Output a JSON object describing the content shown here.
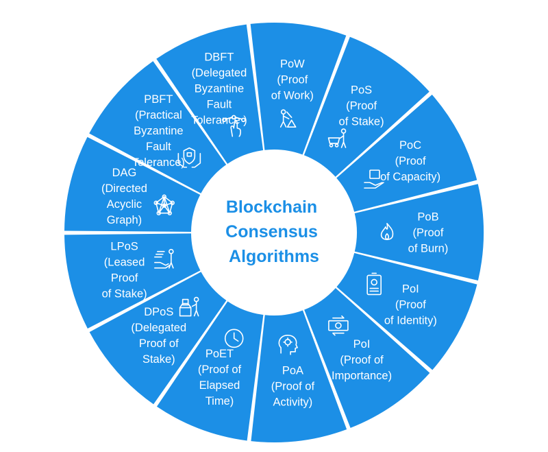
{
  "center": {
    "lines": [
      "Blockchain",
      "Consensus",
      "Algorithms"
    ]
  },
  "colors": {
    "segment": "#1c8fe6",
    "center_text": "#1b8fe6",
    "background": "#ffffff",
    "text": "#ffffff"
  },
  "segments": [
    {
      "id": "pow",
      "lines": [
        "PoW",
        "(Proof",
        "of Work)"
      ],
      "icon": "miner-icon"
    },
    {
      "id": "pos",
      "lines": [
        "PoS",
        "(Proof",
        "of Stake)"
      ],
      "icon": "cart-worker-icon"
    },
    {
      "id": "poc",
      "lines": [
        "PoC",
        "(Proof",
        "of Capacity)"
      ],
      "icon": "hand-box-icon"
    },
    {
      "id": "pob",
      "lines": [
        "PoB",
        "(Proof",
        "of Burn)"
      ],
      "icon": "fire-icon"
    },
    {
      "id": "poi-identity",
      "lines": [
        "PoI",
        "(Proof",
        "of Identity)"
      ],
      "icon": "id-badge-icon"
    },
    {
      "id": "poi-importance",
      "lines": [
        "PoI",
        "(Proof of",
        "Importance)"
      ],
      "icon": "money-exchange-icon"
    },
    {
      "id": "poa",
      "lines": [
        "PoA",
        "(Proof of",
        "Activity)"
      ],
      "icon": "head-gear-icon"
    },
    {
      "id": "poet",
      "lines": [
        "PoET",
        "(Proof of",
        "Elapsed",
        "Time)"
      ],
      "icon": "clock-icon"
    },
    {
      "id": "dpos",
      "lines": [
        "DPoS",
        "(Delegated",
        "Proof of",
        "Stake)"
      ],
      "icon": "voting-icon"
    },
    {
      "id": "lpos",
      "lines": [
        "LPoS",
        "(Leased",
        "Proof",
        "of Stake)"
      ],
      "icon": "lease-hand-icon"
    },
    {
      "id": "dag",
      "lines": [
        "DAG",
        "(Directed",
        "Acyclic",
        "Graph)"
      ],
      "icon": "network-icon"
    },
    {
      "id": "pbft",
      "lines": [
        "PBFT",
        "(Practical",
        "Byzantine",
        "Fault",
        "Tolerance)"
      ],
      "icon": "shield-hands-icon"
    },
    {
      "id": "dbft",
      "lines": [
        "DBFT",
        "(Delegated",
        "Byzantine",
        "Fault",
        "Tolerance )"
      ],
      "icon": "touch-network-icon"
    }
  ]
}
